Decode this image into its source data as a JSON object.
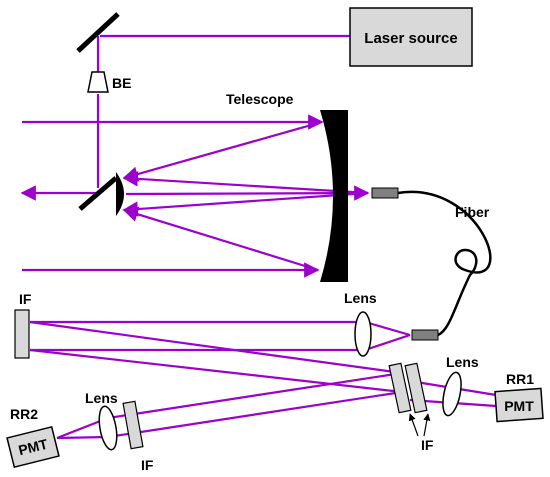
{
  "labels": {
    "laser_source": "Laser source",
    "be": "BE",
    "telescope": "Telescope",
    "fiber": "Fiber",
    "if_left": "IF",
    "lens_top": "Lens",
    "lens_right": "Lens",
    "lens_left": "Lens",
    "rr1": "RR1",
    "rr2": "RR2",
    "pmt_right": "PMT",
    "pmt_left": "PMT",
    "if_bottom_left": "IF",
    "if_bottom_right": "IF"
  },
  "colors": {
    "beam": "#9d00cc",
    "box_fill": "#d9d9d9",
    "dark": "#000000",
    "connector": "#808080"
  }
}
